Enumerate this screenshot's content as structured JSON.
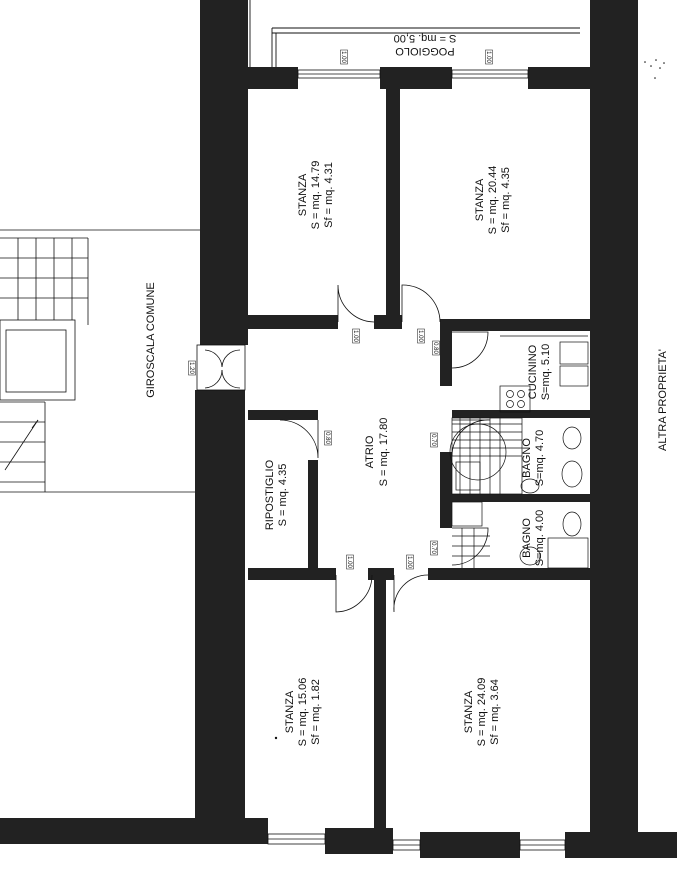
{
  "rooms": {
    "poggiolo": {
      "name": "POGGIOLO",
      "area": "S = mq. 5,00"
    },
    "stanza_1": {
      "name": "STANZA",
      "area": "S = mq. 14.79",
      "sf": "Sf = mq. 4.31"
    },
    "stanza_2": {
      "name": "STANZA",
      "area": "S = mq. 20.44",
      "sf": "Sf = mq. 4.35"
    },
    "stanza_3": {
      "name": "STANZA",
      "area": "S = mq. 15.06",
      "sf": "Sf = mq. 1.82"
    },
    "stanza_4": {
      "name": "STANZA",
      "area": "S = mq. 24.09",
      "sf": "Sf = mq. 3.64"
    },
    "atrio": {
      "name": "ATRIO",
      "area": "S = mq. 17.80"
    },
    "ripostiglio": {
      "name": "RIPOSTIGLIO",
      "area": "S = mq. 4.35"
    },
    "cucinino": {
      "name": "CUCININO",
      "area": "S=mq. 5.10"
    },
    "bagno_1": {
      "name": "BAGNO",
      "area": "S=mq. 4.70"
    },
    "bagno_2": {
      "name": "BAGNO",
      "area": "S=mq. 4.00"
    }
  },
  "labels": {
    "stair": "GIROSCALA COMUNE",
    "neighbor": "ALTRA PROPRIETA'"
  },
  "door_tags": [
    "1.00",
    "1.00",
    "1.00",
    "1.00",
    "0.80",
    "0.80",
    "0.70",
    "0.70",
    "0.80",
    "1.20",
    "1.00",
    "1.00"
  ],
  "colors": {
    "wall": "#222222",
    "line": "#111111",
    "paper": "#ffffff"
  }
}
